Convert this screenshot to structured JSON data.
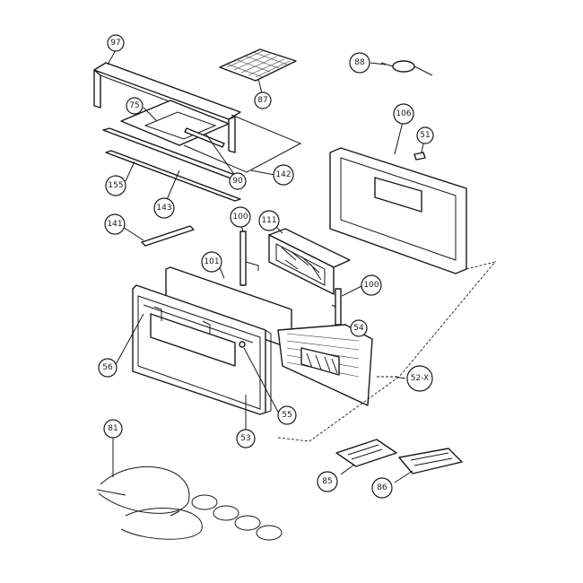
{
  "callouts": {
    "c97": "97",
    "c87": "87",
    "c88": "88",
    "c75": "75",
    "c106": "106",
    "c51": "51",
    "c90": "90",
    "c142": "142",
    "c155": "155",
    "c143": "143",
    "c141": "141",
    "c100a": "100",
    "c101": "101",
    "c111": "111",
    "c100b": "100",
    "c54": "54",
    "c56": "56",
    "c55": "55",
    "c53": "53",
    "c52x": "52-X",
    "c81": "81",
    "c85": "85",
    "c86": "86"
  }
}
